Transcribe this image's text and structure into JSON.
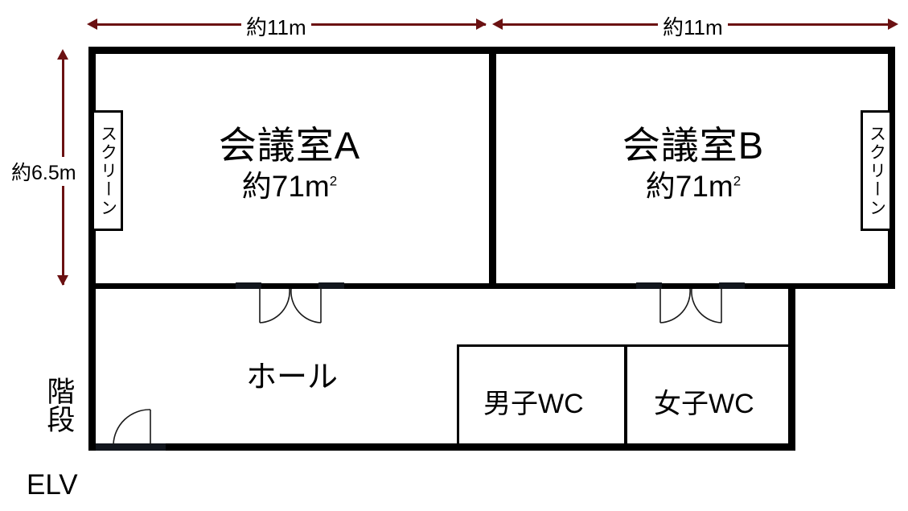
{
  "plan": {
    "colors": {
      "wall": "#000000",
      "dimension": "#6b1112",
      "background": "#ffffff"
    },
    "dimensions": {
      "top_left": {
        "value": "約11m",
        "name": "room-a-width"
      },
      "top_right": {
        "value": "約11m",
        "name": "room-b-width"
      },
      "left_vertical": {
        "value": "約6.5m",
        "name": "room-depth"
      }
    },
    "rooms": {
      "meeting_a": {
        "title": "会議室A",
        "area": "約71m",
        "area_sup": "2"
      },
      "meeting_b": {
        "title": "会議室B",
        "area": "約71m",
        "area_sup": "2"
      },
      "hall": {
        "title": "ホール"
      },
      "wc_male": {
        "title": "男子WC"
      },
      "wc_female": {
        "title": "女子WC"
      }
    },
    "fixtures": {
      "screen_left": {
        "title": "スクリーン"
      },
      "screen_right": {
        "title": "スクリーン"
      }
    },
    "outside_labels": {
      "stairs": "階段",
      "elevator": "ELV"
    }
  }
}
